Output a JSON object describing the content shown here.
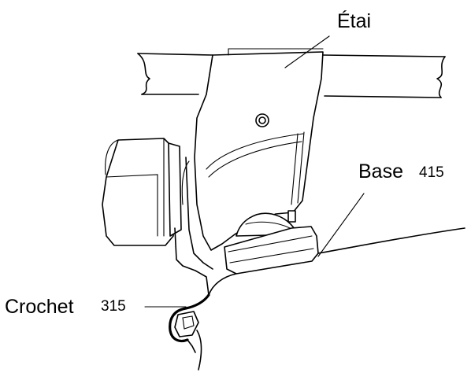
{
  "labels": {
    "etai": "Étai",
    "base": "Base",
    "base_num": "415",
    "crochet": "Crochet",
    "crochet_num": "315"
  }
}
